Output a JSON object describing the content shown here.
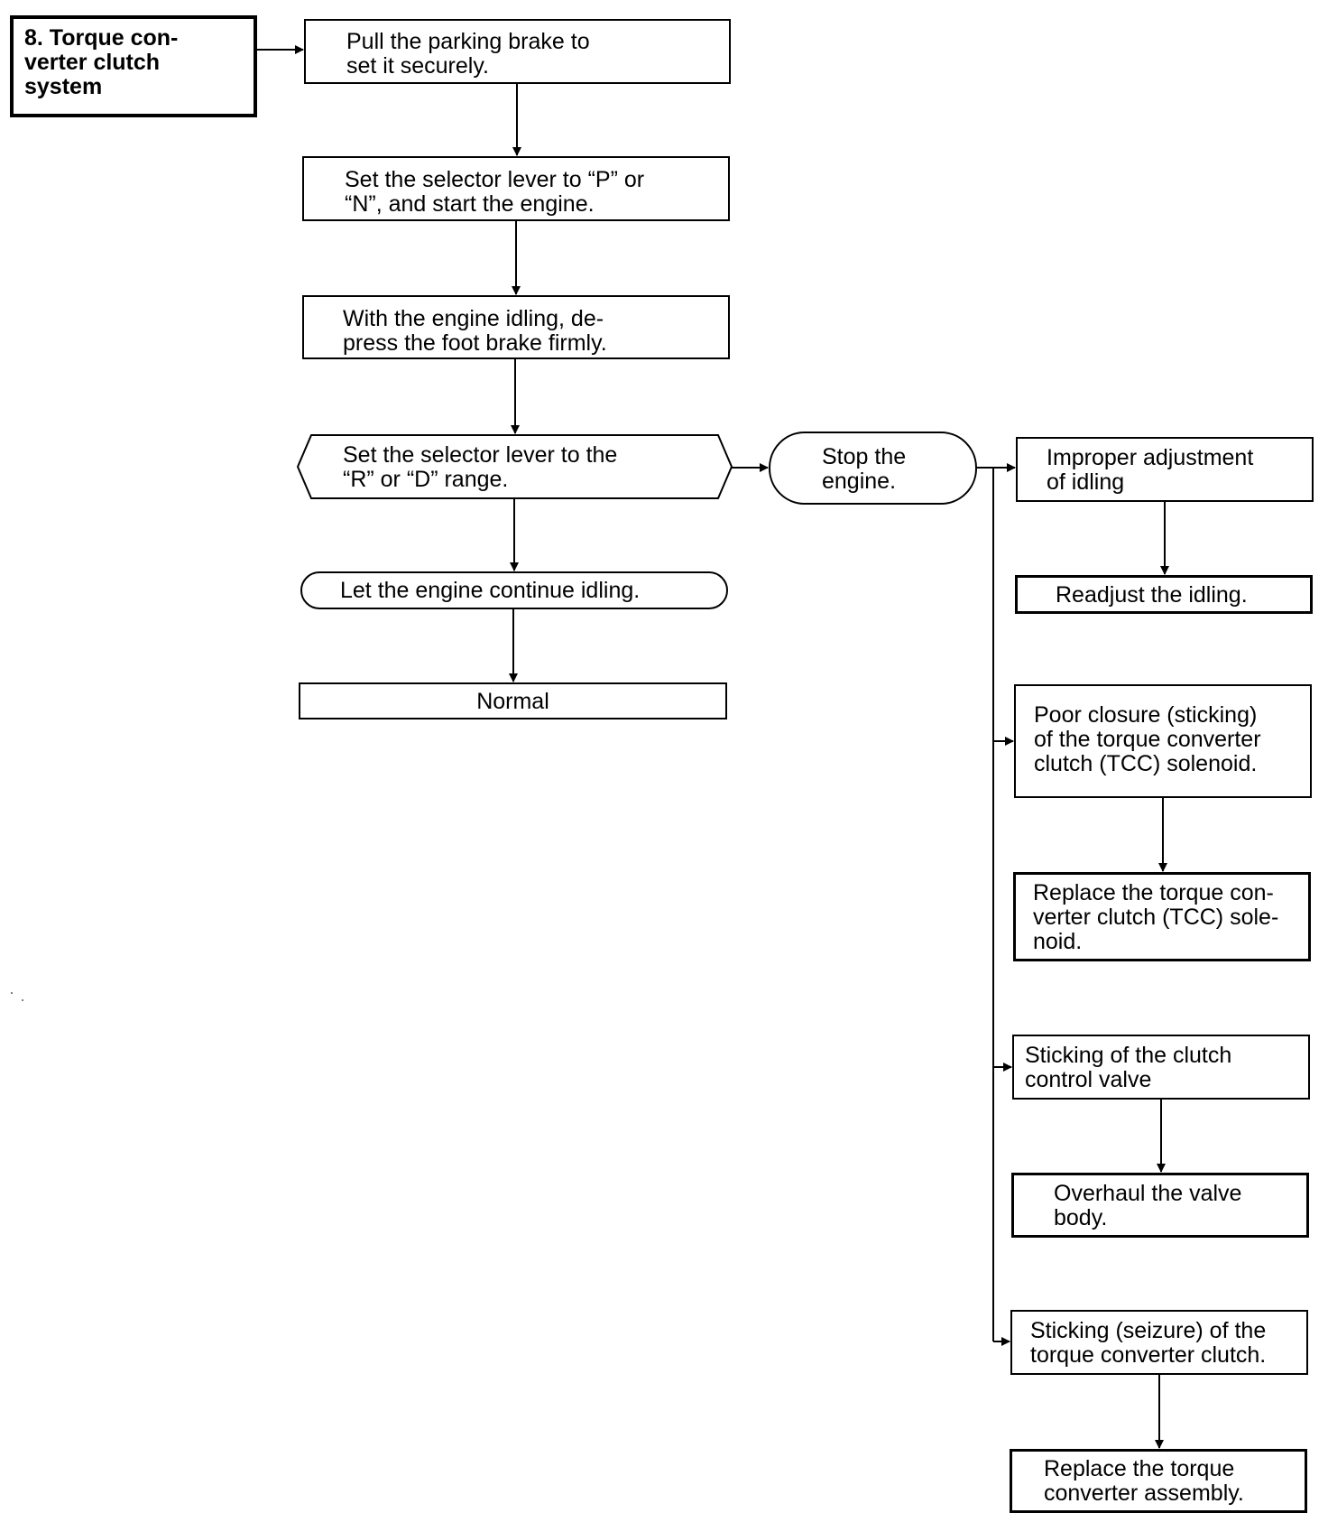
{
  "title": "8. Torque con-\nverter clutch\nsystem",
  "steps": {
    "parking_brake": "Pull the parking brake to\nset it securely.",
    "selector_pn": "Set the selector lever to “P” or\n“N”, and start the engine.",
    "foot_brake": "With the engine idling, de-\npress the foot brake firmly.",
    "selector_rd": "Set the selector lever to the\n“R” or “D” range.",
    "continue_idling": "Let the engine continue idling.",
    "normal": "Normal",
    "stop_engine": "Stop the\nengine."
  },
  "causes": [
    {
      "cause": "Improper adjustment\nof idling",
      "remedy": "Readjust the idling."
    },
    {
      "cause": "Poor closure (sticking)\nof the torque converter\nclutch (TCC) solenoid.",
      "remedy": "Replace the torque con-\nverter clutch (TCC) sole-\nnoid."
    },
    {
      "cause": "Sticking of the clutch\ncontrol valve",
      "remedy": "Overhaul the valve\nbody."
    },
    {
      "cause": "Sticking (seizure) of the\ntorque converter clutch.",
      "remedy": "Replace the torque\nconverter assembly."
    }
  ]
}
